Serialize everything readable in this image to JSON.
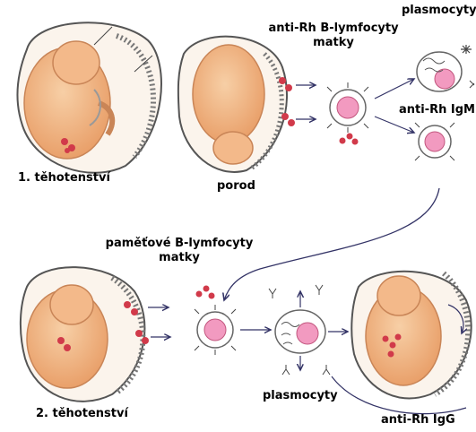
{
  "labels": {
    "first_pregnancy": "1. těhotenství",
    "birth": "porod",
    "anti_rh_b_cells": "anti-Rh B-lymfocyty",
    "mother_top": "matky",
    "plasma_cells_top": "plasmocyty",
    "anti_rh_igm": "anti-Rh IgM",
    "memory_b_cells": "paměťové B-lymfocyty",
    "mother_mid": "matky",
    "second_pregnancy": "2. těhotenství",
    "plasma_cells_bottom": "plasmocyty",
    "anti_rh_igg": "anti-Rh IgG"
  },
  "colors": {
    "fetus": "#f3b98a",
    "fetus_outline": "#c98557",
    "uterus_line": "#555555",
    "cell_nucleus": "#f29ac0",
    "rh_antigen": "#d13a4a",
    "arrow": "#333366"
  }
}
